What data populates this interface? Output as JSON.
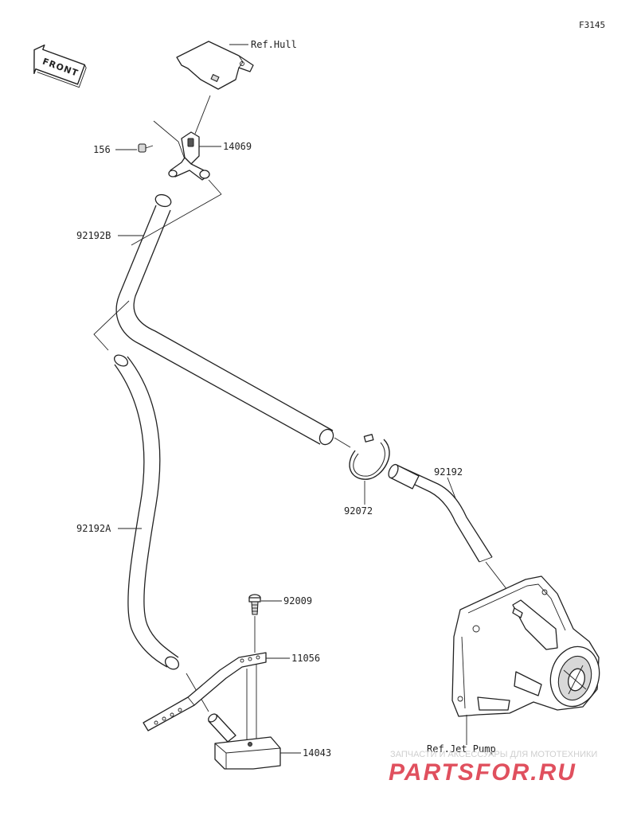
{
  "figure_code": "F3145",
  "front_label": "FRONT",
  "parts": [
    {
      "id": "ref_hull",
      "label": "Ref.Hull"
    },
    {
      "id": "p156",
      "label": "156"
    },
    {
      "id": "p14069",
      "label": "14069"
    },
    {
      "id": "p92192b",
      "label": "92192B"
    },
    {
      "id": "p92192a",
      "label": "92192A"
    },
    {
      "id": "p92072",
      "label": "92072"
    },
    {
      "id": "p92192",
      "label": "92192"
    },
    {
      "id": "p92009",
      "label": "92009"
    },
    {
      "id": "p11056",
      "label": "11056"
    },
    {
      "id": "p14043",
      "label": "14043"
    },
    {
      "id": "ref_jet_pump",
      "label": "Ref.Jet Pump"
    }
  ],
  "watermark": {
    "caption": "ЗАПЧАСТИ И АКСЕССУАРЫ ДЛЯ МОТОТЕХНИКИ",
    "brand": "PARTSFOR.RU",
    "color": "#e0505e"
  }
}
